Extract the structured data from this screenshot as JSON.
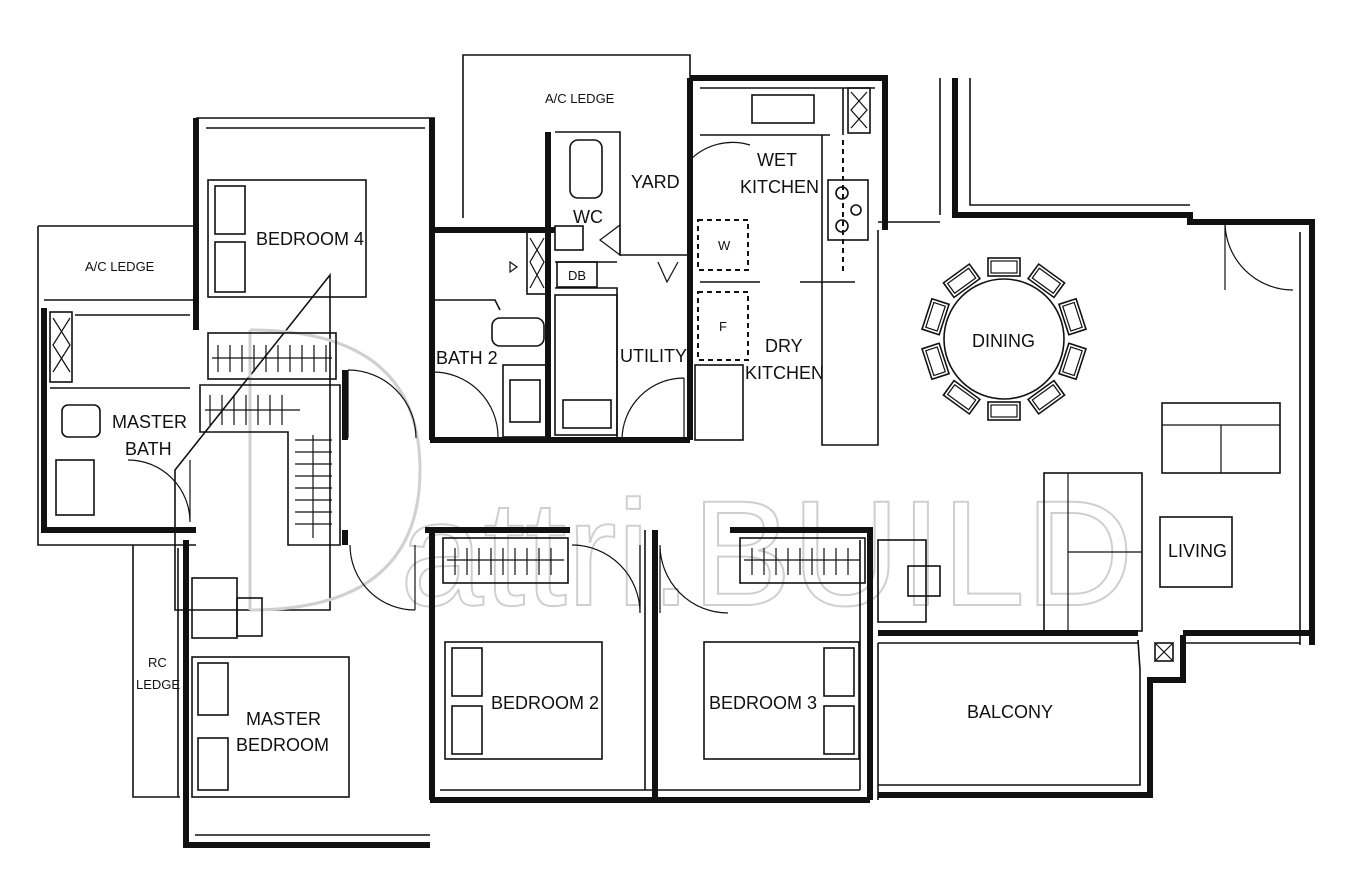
{
  "rooms": {
    "ac_ledge_top": "A/C LEDGE",
    "ac_ledge_left": "A/C LEDGE",
    "bedroom4": "BEDROOM 4",
    "wc": "WC",
    "yard": "YARD",
    "wet_kitchen_1": "WET",
    "wet_kitchen_2": "KITCHEN",
    "db": "DB",
    "bath2": "BATH 2",
    "utility": "UTILITY",
    "dry_kitchen_1": "DRY",
    "dry_kitchen_2": "KITCHEN",
    "dining": "DINING",
    "master_bath_1": "MASTER",
    "master_bath_2": "BATH",
    "living": "LIVING",
    "rc_ledge_1": "RC",
    "rc_ledge_2": "LEDGE",
    "master_bedroom_1": "MASTER",
    "master_bedroom_2": "BEDROOM",
    "bedroom2": "BEDROOM 2",
    "bedroom3": "BEDROOM 3",
    "balcony": "BALCONY"
  },
  "appliances": {
    "washer": "W",
    "fridge": "F"
  },
  "watermark": {
    "text": "attri.BUILD"
  }
}
